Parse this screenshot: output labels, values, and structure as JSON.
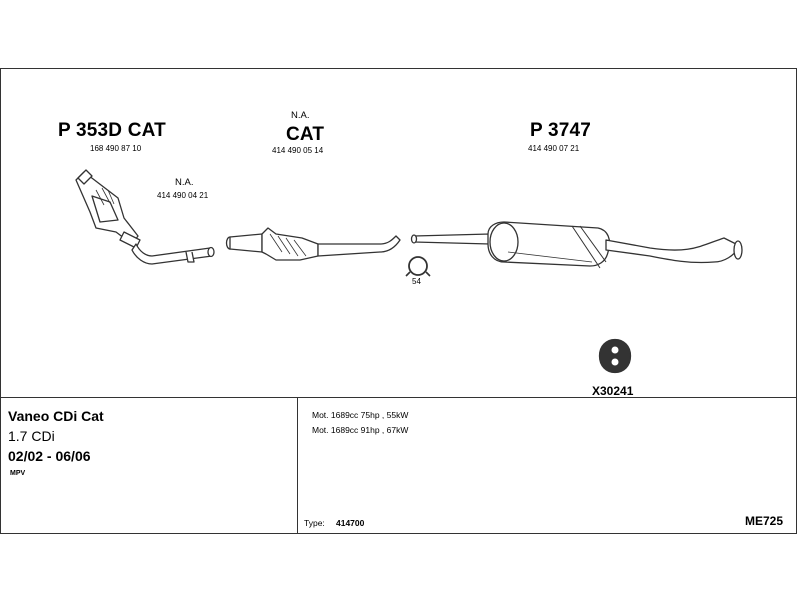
{
  "parts": {
    "cat_front": {
      "label": "P 353D CAT",
      "number": "168 490 87 10"
    },
    "pipe": {
      "status": "N.A.",
      "number": "414 490 04 21"
    },
    "cat_mid": {
      "status": "N.A.",
      "label": "CAT",
      "number": "414 490 05 14"
    },
    "rear": {
      "label": "P 3747",
      "number": "414 490 07 21"
    },
    "clamp": {
      "number": "54"
    },
    "mount": {
      "label": "X30241"
    }
  },
  "vehicle": {
    "name": "Vaneo CDi Cat",
    "engine": "1.7 CDi",
    "years": "02/02 - 06/06",
    "body": "MPV"
  },
  "motors": [
    "Mot. 1689cc 75hp , 55kW",
    "Mot. 1689cc 91hp , 67kW"
  ],
  "type": {
    "label": "Type:",
    "value": "414700"
  },
  "system_code": "ME725",
  "colors": {
    "line": "#333333",
    "fill": "#ffffff",
    "hatch": "#555555"
  },
  "icons": [
    "catalytic-converter-icon",
    "pipe-icon",
    "muffler-icon",
    "clamp-icon",
    "rubber-mount-icon"
  ]
}
